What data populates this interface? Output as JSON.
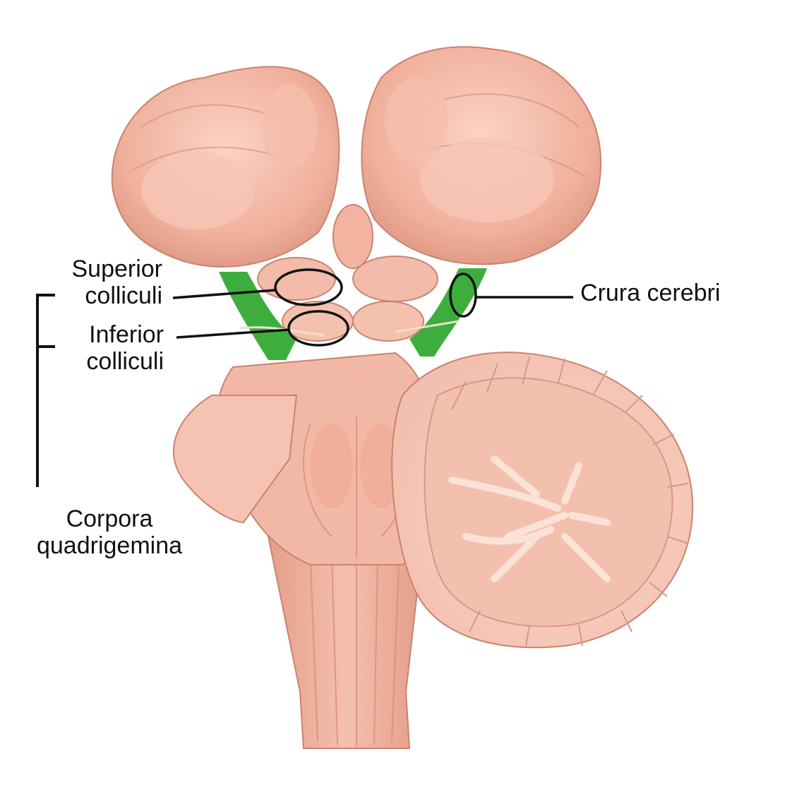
{
  "labels": {
    "superior_colliculi": [
      "Superior",
      "colliculi"
    ],
    "inferior_colliculi": [
      "Inferior",
      "colliculi"
    ],
    "crura_cerebri": "Crura cerebri",
    "corpora_quadrigemina": [
      "Corpora",
      "quadrigemina"
    ]
  },
  "colors": {
    "tissue": "#f1b5a2",
    "tissue_light": "#f7c9b9",
    "tissue_dark": "#d9907c",
    "highlight_green": "#3dae3d",
    "line": "#111111"
  }
}
